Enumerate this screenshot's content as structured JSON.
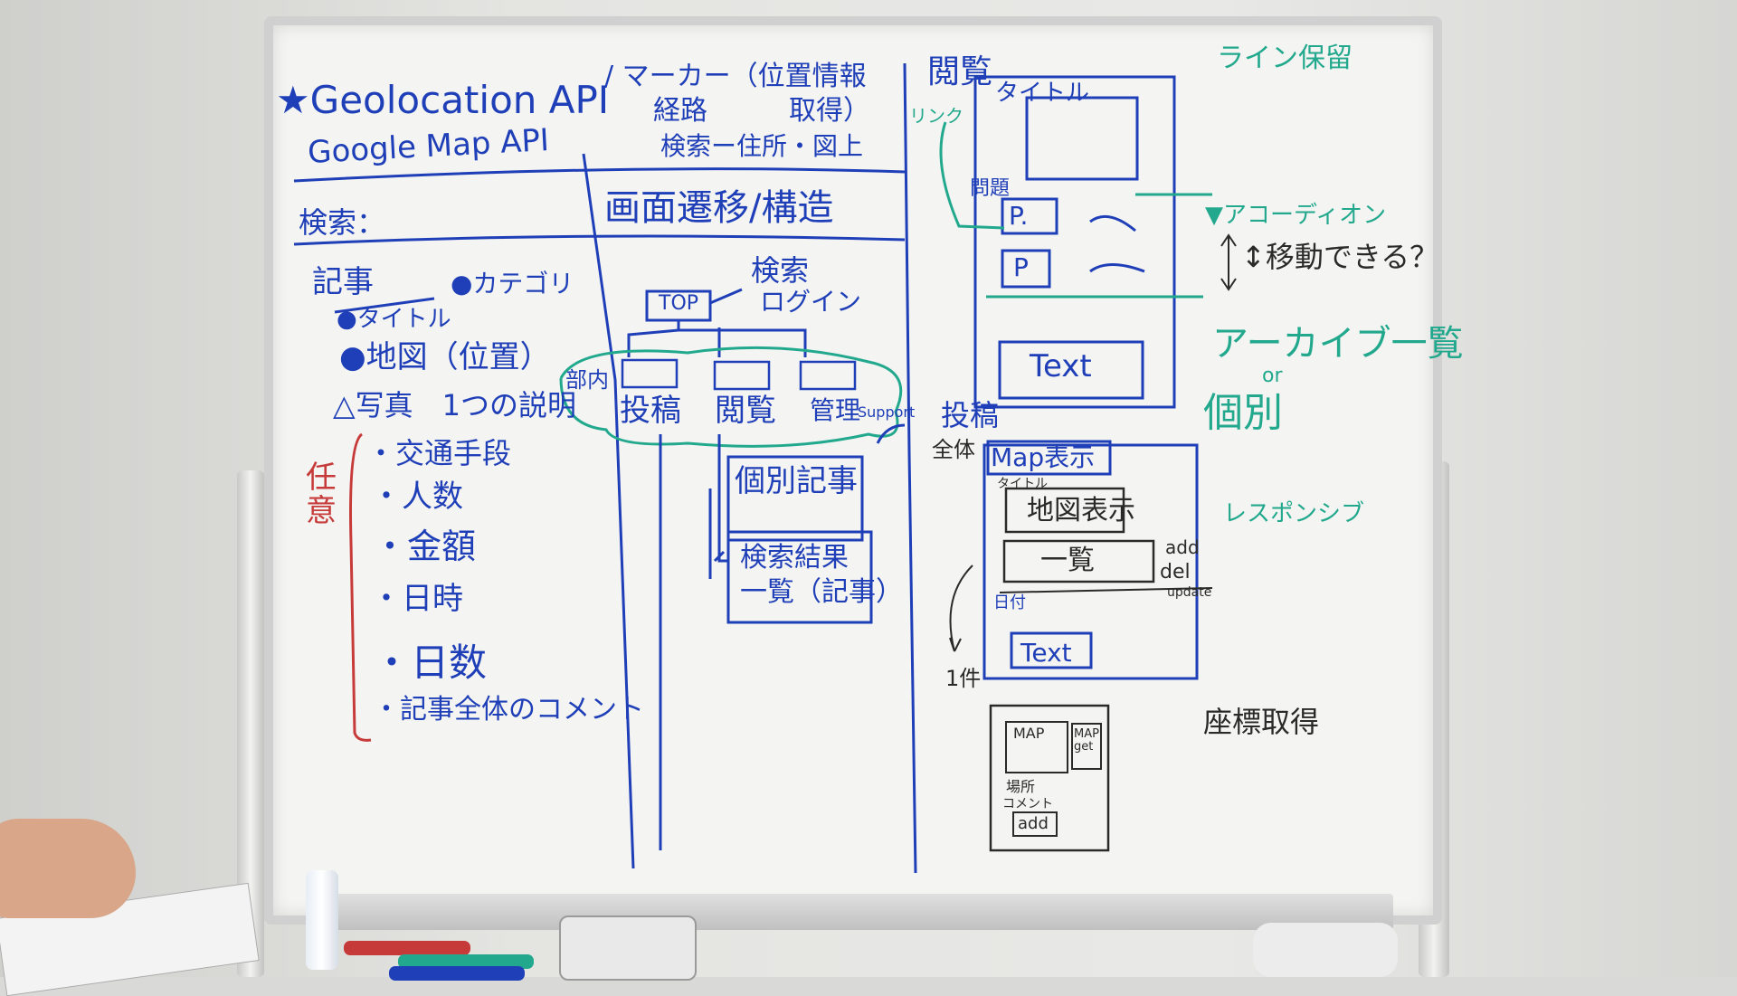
{
  "board": {
    "header_left_1": "★Geolocation API",
    "header_left_2": "Google Map API",
    "header_mid_1": "/ マーカー（位置情報",
    "header_mid_2": "経路　　　取得）",
    "header_mid_3": "検索ー住所・図上",
    "search_label": "検索：",
    "screen_transition": "画面遷移/構造",
    "article_heading": "記事",
    "category": "●カテゴリ",
    "title_item": "●タイトル",
    "map_item": "●地図（位置）",
    "photo_item": "△写真　1つの説明",
    "optional_label": "任意",
    "optional_items": [
      "・交通手段",
      "・人数",
      "・金額",
      "・日時",
      "・日数",
      "・記事全体のコメント"
    ],
    "flow_search": "検索",
    "flow_login": "ログイン",
    "flow_top": "TOP",
    "flow_dept": "部内",
    "flow_post": "投稿",
    "flow_browse": "閲覧",
    "flow_manage": "管理",
    "flow_support": "Support",
    "flow_individual": "個別記事",
    "flow_results": "検索結果\n一覧（記事）",
    "browse_heading": "閲覧",
    "link_label": "リンク",
    "title_box": "タイトル",
    "question_label": "問題",
    "p_box_1": "P.",
    "p_box_2": "P",
    "text_box": "Text",
    "right_line_save": "ライン保留",
    "right_accordion": "▼アコーディオン",
    "right_movable": "↕移動できる？",
    "right_archive": "アーカイブ一覧",
    "right_or": "or",
    "right_individual": "個別",
    "right_responsive": "レスポンシブ",
    "post_heading": "投稿",
    "whole_label": "全体",
    "map_display": "Map表示",
    "title_small": "タイトル",
    "map_show": "地図表示",
    "list_box": "一覧",
    "add_label": "add",
    "del_label": "del",
    "update_label": "update",
    "date_label": "日付",
    "text_box_2": "Text",
    "one_item": "1件",
    "coords": "座標取得",
    "mini_map": "MAP",
    "mini_map_get": "MAP\nget",
    "mini_place": "場所",
    "mini_comment": "コメント",
    "mini_add": "add"
  },
  "colors": {
    "blue_marker": "#1f3fb8",
    "teal_marker": "#22a98d",
    "red_marker": "#c73a3a",
    "black_marker": "#2a2a2a",
    "board": "#f4f4f2"
  }
}
